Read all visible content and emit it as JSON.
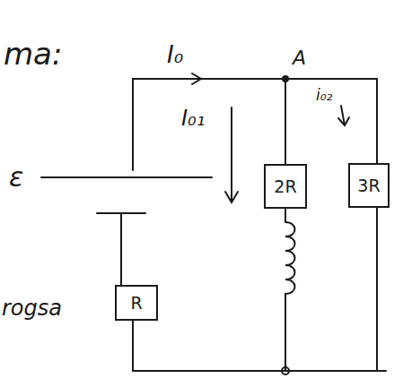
{
  "diagram": {
    "nodes": [
      {
        "text": [
          "2R"
        ]
      },
      {
        "text": [
          "3R"
        ]
      },
      {
        "text": [
          "R"
        ]
      }
    ],
    "labels": [
      "ma:",
      "I₀",
      "A",
      "I₀₁",
      "i₀₂",
      "ε",
      "rogsa"
    ]
  }
}
